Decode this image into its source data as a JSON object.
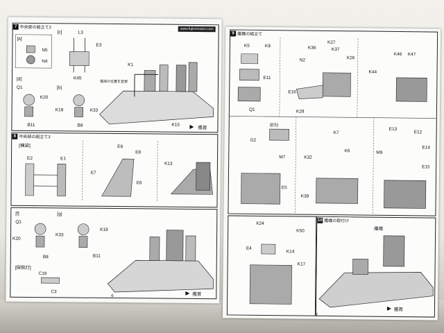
{
  "manual": {
    "brand": "www.fujimimokei.com",
    "left_page_number": "6",
    "right_page_number": "7"
  },
  "sections": {
    "s7": {
      "num": "7",
      "title": "中央部の組立て2",
      "sub_c": "[c]",
      "sub_a": "[a]",
      "sub_b": "[b]",
      "sub_d": "[d]",
      "labels": {
        "L3": "L3",
        "E3": "E3",
        "N5": "N5",
        "N4": "N4",
        "K45": "K45",
        "K1": "K1",
        "Q1": "Q1",
        "K20": "K20",
        "K19": "K19",
        "K33": "K33",
        "B11": "B11",
        "B8": "B8",
        "K15": "K15"
      },
      "note": "電探の位置を変更",
      "bow": "艦首"
    },
    "s8": {
      "num": "8",
      "title": "中央部の組立て3",
      "sub_bracket": "[横梁]",
      "labels": {
        "E2": "E2",
        "E1": "E1",
        "E9": "E9",
        "E8": "E8",
        "E7": "E7",
        "E6": "E6",
        "K13": "K13"
      }
    },
    "s8b": {
      "sub_f": "[f]",
      "sub_g": "[g]",
      "sub_bracket2": "[探照灯]",
      "labels": {
        "Q1": "Q1",
        "K20": "K20",
        "B8": "B8",
        "K19": "K19",
        "K33": "K33",
        "B11": "B11",
        "C16": "C16",
        "C3": "C3"
      },
      "bow": "艦首"
    },
    "s9": {
      "num": "9",
      "title": "艦橋の組立て",
      "labels": {
        "K5": "K5",
        "K9": "K9",
        "E11": "E11",
        "Q1": "Q1",
        "N2": "N2",
        "K36": "K36",
        "K27": "K27",
        "K37": "K37",
        "K26": "K26",
        "E16": "E16",
        "K28": "K28",
        "K46": "K46",
        "K47": "K47",
        "K44": "K44",
        "E5": "(E5)",
        "G2": "G2",
        "M7": "M7",
        "E5b": "E5",
        "K7": "K7",
        "K6": "K6",
        "K32": "K32",
        "K39": "K39",
        "E13": "E13",
        "E12": "E12",
        "M9": "M9",
        "E14": "E14",
        "E15": "E15"
      }
    },
    "s10": {
      "labels": {
        "K24": "K24",
        "K50": "K50",
        "E4": "E4",
        "K14": "K14",
        "K17": "K17"
      }
    },
    "s11": {
      "num": "10",
      "title": "艦橋の取付け",
      "bow": "艦首",
      "bridge": "艦橋"
    }
  }
}
